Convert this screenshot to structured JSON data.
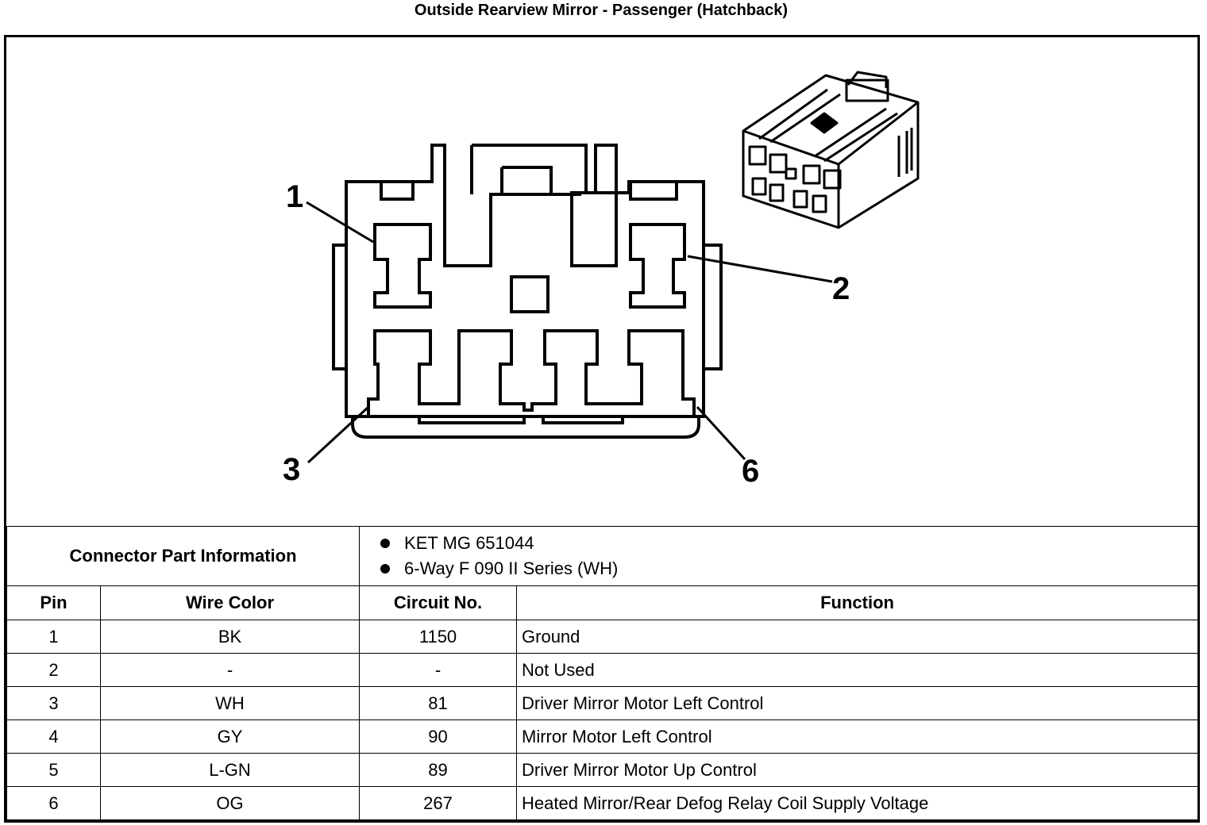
{
  "title": "Outside Rearview Mirror - Passenger (Hatchback)",
  "callouts": {
    "pin1": "1",
    "pin2": "2",
    "pin3": "3",
    "pin6": "6"
  },
  "connector_info": {
    "label": "Connector Part Information",
    "items": [
      "KET MG 651044",
      "6-Way F 090 II Series (WH)"
    ]
  },
  "table": {
    "headers": {
      "pin": "Pin",
      "wire_color": "Wire Color",
      "circuit": "Circuit No.",
      "function": "Function"
    },
    "rows": [
      {
        "pin": "1",
        "wire_color": "BK",
        "circuit": "1150",
        "function": "Ground"
      },
      {
        "pin": "2",
        "wire_color": "-",
        "circuit": "-",
        "function": "Not Used"
      },
      {
        "pin": "3",
        "wire_color": "WH",
        "circuit": "81",
        "function": "Driver Mirror Motor Left Control"
      },
      {
        "pin": "4",
        "wire_color": "GY",
        "circuit": "90",
        "function": "Mirror Motor Left Control"
      },
      {
        "pin": "5",
        "wire_color": "L-GN",
        "circuit": "89",
        "function": "Driver Mirror Motor Up Control"
      },
      {
        "pin": "6",
        "wire_color": "OG",
        "circuit": "267",
        "function": "Heated Mirror/Rear Defog Relay Coil Supply Voltage"
      }
    ]
  }
}
